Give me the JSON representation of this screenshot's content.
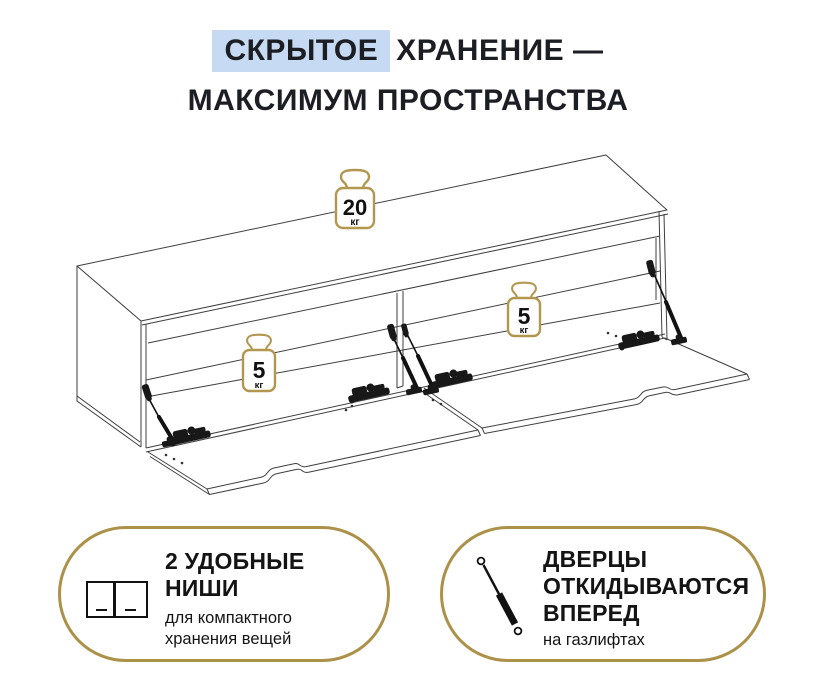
{
  "title": {
    "highlight": "СКРЫТОЕ",
    "line1_rest": "ХРАНЕНИЕ —",
    "line2": "МАКСИМУМ ПРОСТРАНСТВА"
  },
  "diagram": {
    "type": "furniture-line-drawing",
    "subject": "настенная тумба с двумя откидными дверцами на газлифтах",
    "weights": [
      {
        "value": "20",
        "unit": "кг",
        "location": "top-panel"
      },
      {
        "value": "5",
        "unit": "кг",
        "location": "left-niche"
      },
      {
        "value": "5",
        "unit": "кг",
        "location": "right-niche"
      }
    ]
  },
  "features": [
    {
      "icon": "two-niches-icon",
      "title_lines": [
        "2 УДОБНЫЕ",
        "НИШИ"
      ],
      "subtitle_lines": [
        "для компактного",
        "хранения вещей"
      ]
    },
    {
      "icon": "gas-lift-icon",
      "title_lines": [
        "ДВЕРЦЫ",
        "ОТКИДЫВАЮТСЯ",
        "ВПЕРЕД"
      ],
      "subtitle_lines": [
        "на газлифтах"
      ]
    }
  ],
  "colors": {
    "highlight_blue": "#c6dbf3",
    "pill_gold": "#ac9149",
    "badge_gold": "#b2974e",
    "title_text": "#1d1d24",
    "drawing_line": "#3f3f3f"
  }
}
